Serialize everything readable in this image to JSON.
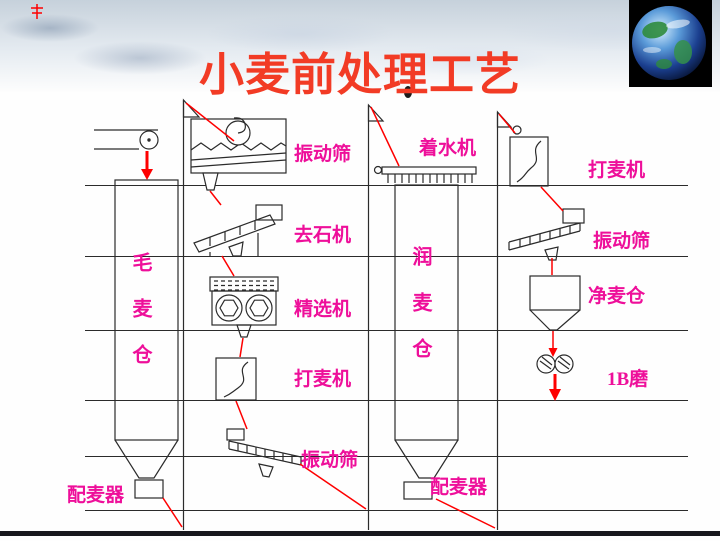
{
  "colors": {
    "title_red": "#f23b25",
    "label_magenta": "#ee0f9a",
    "arrow_red": "#fe0000",
    "line_dark": "#2b2b2b",
    "slide_bg": "#fefefe"
  },
  "title": {
    "text": "小麦前处理工艺"
  },
  "bins": {
    "raw_wheat": "毛麦仓",
    "tempering": "润麦仓"
  },
  "labels": {
    "vibrating_sieve_top": "振动筛",
    "dampener": "着水机",
    "scourer_right": "打麦机",
    "destoner": "去石机",
    "vibrating_sieve_right": "振动筛",
    "selector": "精选机",
    "clean_wheat_bin": "净麦仓",
    "scourer_left": "打麦机",
    "mill_1b": "1B磨",
    "vibrating_sieve_bottom": "振动筛",
    "blender_left": "配麦器",
    "blender_middle": "配麦器"
  }
}
